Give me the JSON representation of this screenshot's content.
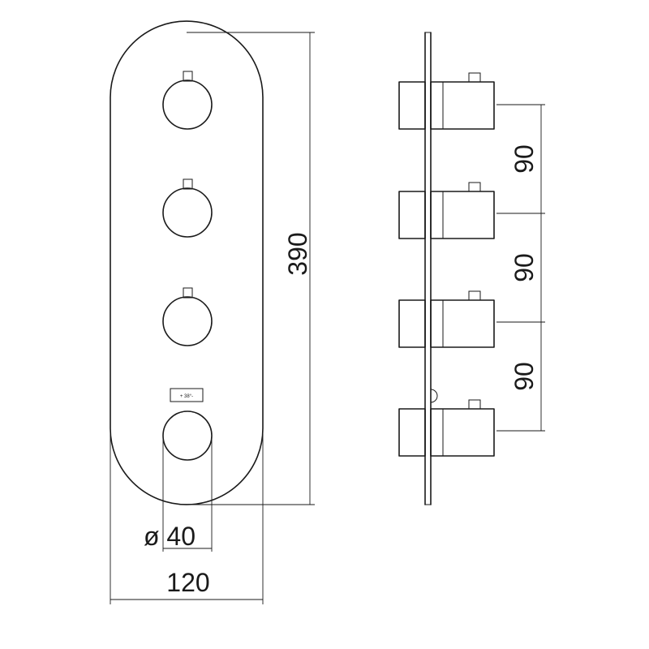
{
  "dimensions": {
    "height_label": "390",
    "width_label": "120",
    "diameter_label": "ø 40",
    "spacing_labels": [
      "90",
      "90",
      "90"
    ]
  },
  "thermostat_badge": "+ 38°-"
}
